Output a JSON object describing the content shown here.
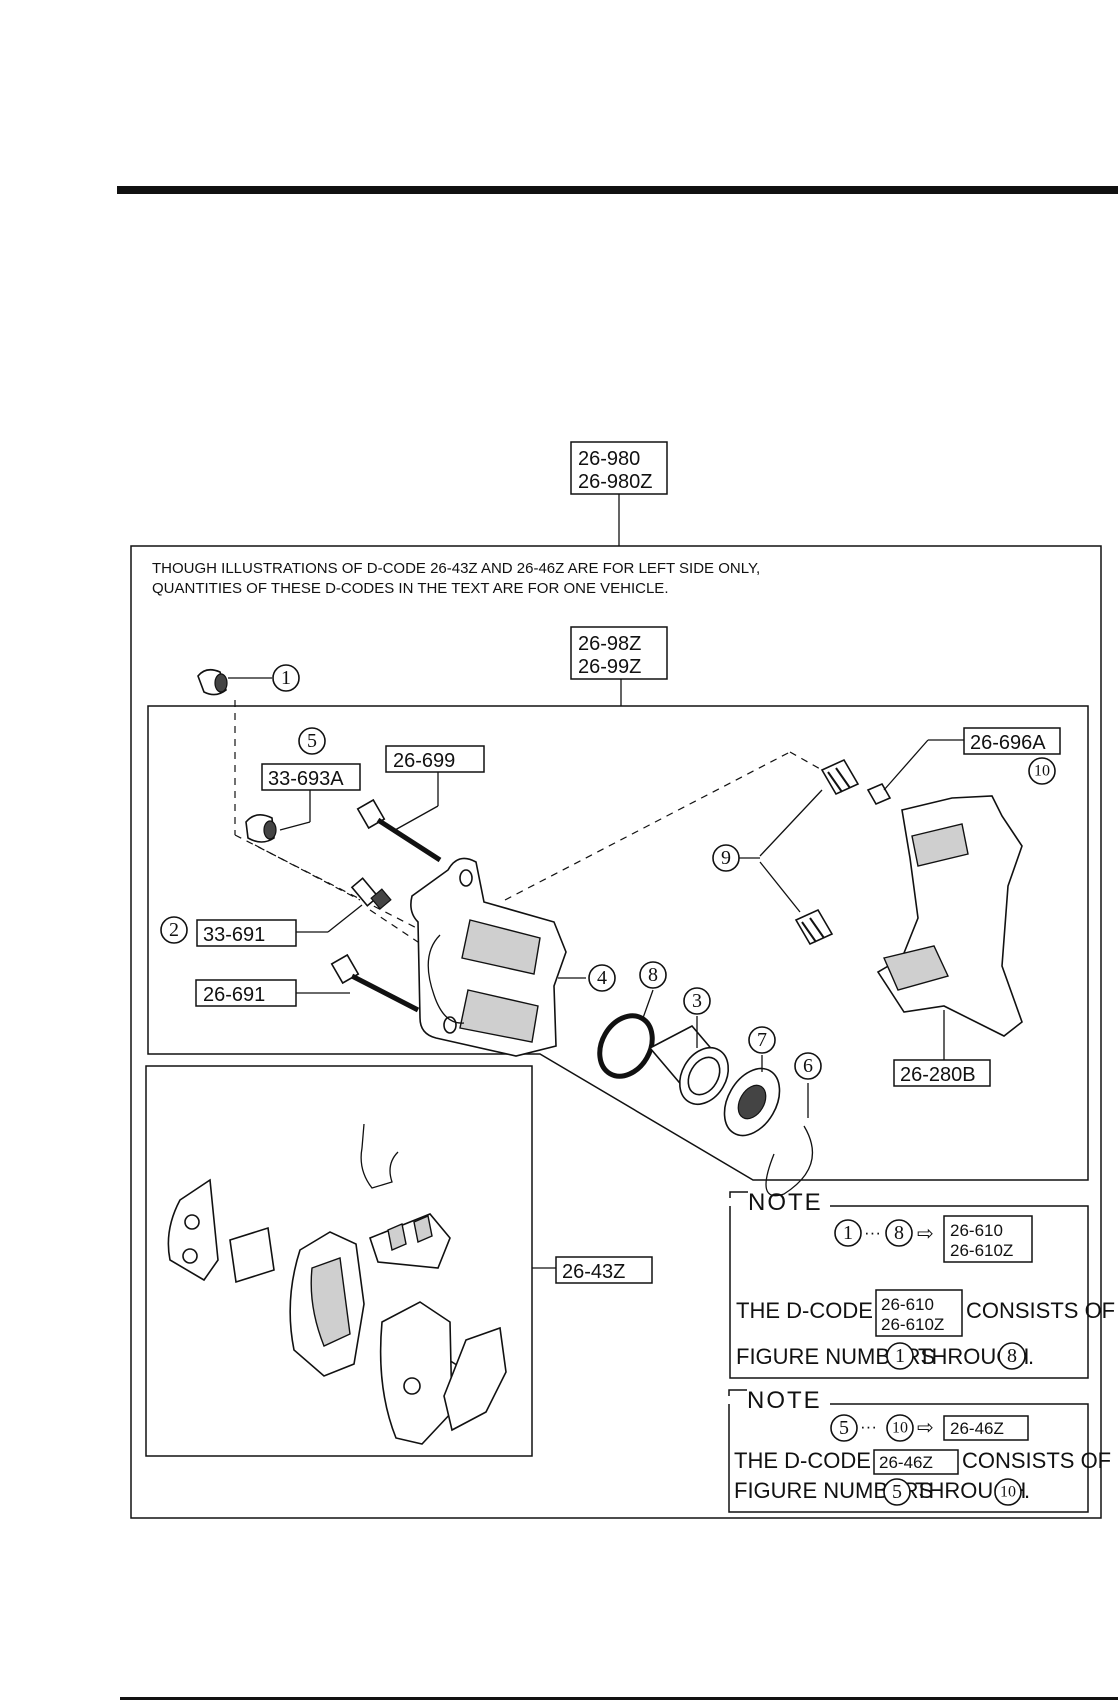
{
  "boxes": {
    "assembly": [
      "26-980",
      "26-980Z"
    ],
    "caliper_set": [
      "26-98Z",
      "26-99Z"
    ],
    "b_33693a": "33-693A",
    "b_26699": "26-699",
    "b_33691": "33-691",
    "b_26691": "26-691",
    "b_26696a": "26-696A",
    "b_26280b": "26-280B",
    "b_2643z": "26-43Z"
  },
  "caption": {
    "line1": "THOUGH ILLUSTRATIONS OF D-CODE 26-43Z AND 26-46Z ARE FOR LEFT SIDE ONLY,",
    "line2": "QUANTITIES OF THESE D-CODES IN THE TEXT ARE FOR ONE VEHICLE."
  },
  "callouts": [
    "1",
    "2",
    "3",
    "4",
    "5",
    "6",
    "7",
    "8",
    "9",
    "10"
  ],
  "note1": {
    "title": "NOTE",
    "range_from": "1",
    "range_to": "8",
    "range_sep": "···",
    "arrow": "⇨",
    "codes": [
      "26-610",
      "26-610Z"
    ],
    "text_a": "THE D-CODE OF",
    "text_b": "CONSISTS OF",
    "text_c": "FIGURE NUMBERS",
    "text_d": "THROUGH",
    "from": "1",
    "to": "8",
    "end": "."
  },
  "note2": {
    "title": "NOTE",
    "range_from": "5",
    "range_to": "10",
    "range_sep": "···",
    "arrow": "⇨",
    "code": "26-46Z",
    "text_a": "THE D-CODE OF",
    "text_b": "CONSISTS OF",
    "text_c": "FIGURE NUMBERS",
    "text_d": "THROUGH",
    "from": "5",
    "to": "10",
    "end": "."
  }
}
